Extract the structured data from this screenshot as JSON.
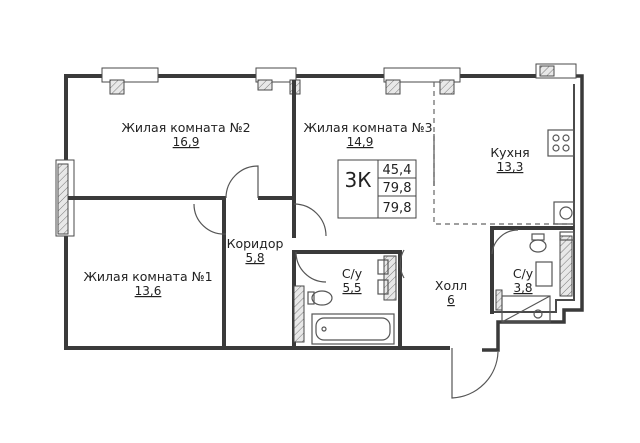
{
  "rooms": [
    {
      "id": "living2",
      "label": "Жилая комната №2",
      "area": "16,9"
    },
    {
      "id": "living3",
      "label": "Жилая комната №3",
      "area": "14,9"
    },
    {
      "id": "kitchen",
      "label": "Кухня",
      "area": "13,3"
    },
    {
      "id": "corridor",
      "label": "Коридор",
      "area": "5,8"
    },
    {
      "id": "living1",
      "label": "Жилая комната №1",
      "area": "13,6"
    },
    {
      "id": "bath1",
      "label": "С/у",
      "area": "5,5"
    },
    {
      "id": "hall",
      "label": "Холл",
      "area": "6"
    },
    {
      "id": "bath2",
      "label": "С/у",
      "area": "3,8"
    }
  ],
  "summary": {
    "rooms_count": "3К",
    "living_area": "45,4",
    "total_area": "79,8",
    "total_area_2": "79,8"
  }
}
